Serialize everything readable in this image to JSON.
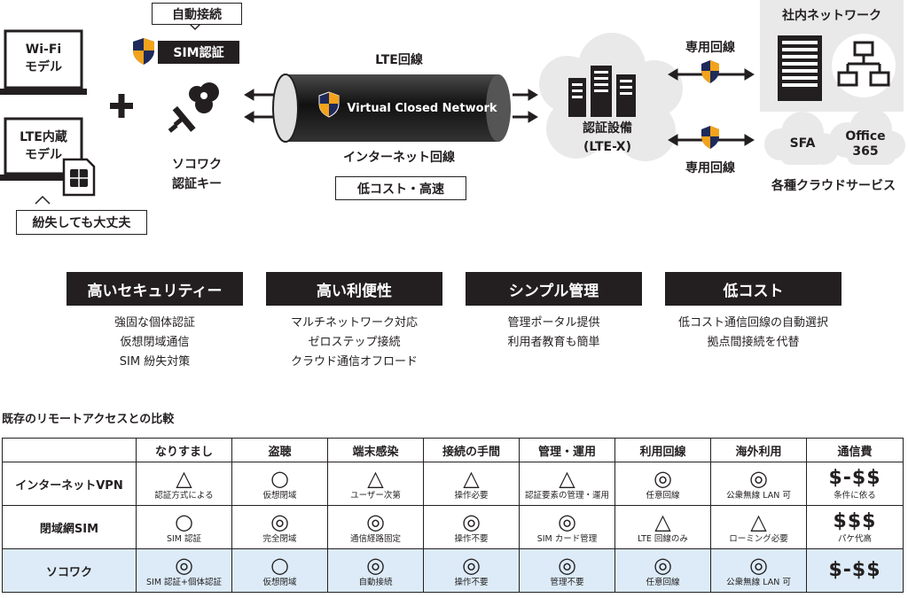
{
  "diagram": {
    "devices": {
      "wifi_model": "Wi-Fi\nモデル",
      "lte_model": "LTE内蔵\nモデル",
      "lost_note": "紛失しても大丈夫",
      "plus": "+"
    },
    "key": {
      "auto_connect": "自動接続",
      "sim_auth": "SIM認証",
      "label": "ソコワク\n認証キー"
    },
    "tunnel": {
      "top_label": "LTE回線",
      "name": "Virtual Closed Network",
      "bottom_label": "インターネット回線",
      "note": "低コスト・高速"
    },
    "server": {
      "label": "認証設備\n(LTE-X)"
    },
    "lines": {
      "top": "専用回線",
      "bottom": "専用回線"
    },
    "corporate": {
      "title": "社内ネットワーク"
    },
    "cloud": {
      "sfa": "SFA",
      "office": "Office\n365",
      "label": "各種クラウドサービス"
    }
  },
  "features": [
    {
      "title": "高いセキュリティー",
      "lines": [
        "強固な個体認証",
        "仮想閉域通信",
        "SIM 紛失対策"
      ]
    },
    {
      "title": "高い利便性",
      "lines": [
        "マルチネットワーク対応",
        "ゼロステップ接続",
        "クラウド通信オフロード"
      ]
    },
    {
      "title": "シンプル管理",
      "lines": [
        "管理ポータル提供",
        "利用者教育も簡単"
      ]
    },
    {
      "title": "低コスト",
      "lines": [
        "低コスト通信回線の自動選択",
        "拠点間接続を代替"
      ]
    }
  ],
  "comparison": {
    "title": "既存のリモートアクセスとの比較",
    "headers": [
      "",
      "なりすまし",
      "盗聴",
      "端末感染",
      "接続の手間",
      "管理・運用",
      "利用回線",
      "海外利用",
      "通信費"
    ],
    "rows": [
      {
        "name": "インターネットVPN",
        "highlight": false,
        "cells": [
          {
            "sym": "△",
            "note": "認証方式による"
          },
          {
            "sym": "○",
            "note": "仮想閉域"
          },
          {
            "sym": "△",
            "note": "ユーザー次第"
          },
          {
            "sym": "△",
            "note": "操作必要"
          },
          {
            "sym": "△",
            "note": "認証要素の管理・運用"
          },
          {
            "sym": "◎",
            "note": "任意回線"
          },
          {
            "sym": "◎",
            "note": "公衆無線 LAN 可"
          },
          {
            "sym": "$-$$",
            "note": "条件に依る",
            "cost": true
          }
        ]
      },
      {
        "name": "閉域網SIM",
        "highlight": false,
        "cells": [
          {
            "sym": "○",
            "note": "SIM 認証"
          },
          {
            "sym": "◎",
            "note": "完全閉域"
          },
          {
            "sym": "◎",
            "note": "通信経路固定"
          },
          {
            "sym": "◎",
            "note": "操作不要"
          },
          {
            "sym": "◎",
            "note": "SIM カード管理"
          },
          {
            "sym": "△",
            "note": "LTE 回線のみ"
          },
          {
            "sym": "△",
            "note": "ローミング必要"
          },
          {
            "sym": "$$$",
            "note": "パケ代高",
            "cost": true
          }
        ]
      },
      {
        "name": "ソコワク",
        "highlight": true,
        "cells": [
          {
            "sym": "◎",
            "note": "SIM 認証+個体認証"
          },
          {
            "sym": "○",
            "note": "仮想閉域"
          },
          {
            "sym": "◎",
            "note": "自動接続"
          },
          {
            "sym": "◎",
            "note": "操作不要"
          },
          {
            "sym": "◎",
            "note": "管理不要"
          },
          {
            "sym": "◎",
            "note": "任意回線"
          },
          {
            "sym": "◎",
            "note": "公衆無線 LAN 可"
          },
          {
            "sym": "$-$$",
            "note": "",
            "cost": true
          }
        ]
      }
    ]
  },
  "colors": {
    "dark": "#231f20",
    "highlight_row": "#dcebf7",
    "shield_orange": "#f3a31b",
    "shield_navy": "#1f2a5a",
    "panel_gray": "#e9e9e9"
  }
}
